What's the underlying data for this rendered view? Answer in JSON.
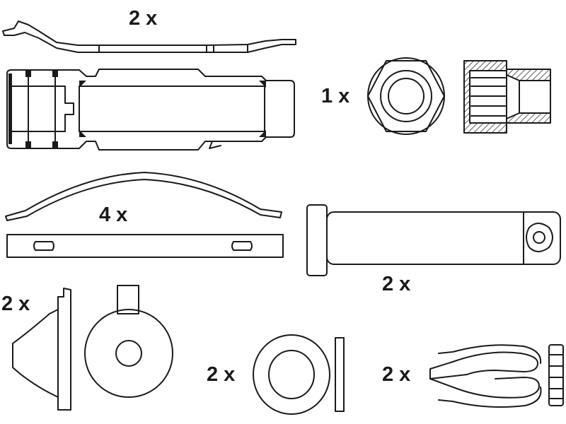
{
  "quantities": {
    "spring_clip": "2 x",
    "nut": "1 x",
    "spring_and_plate": "4 x",
    "guide_pin": "2 x",
    "cap_and_disc": "2 x",
    "washer": "2 x",
    "cotter_pin": "2 x"
  },
  "colors": {
    "line": "#1a1a1a",
    "fill": "#ffffff",
    "hatch": "#1a1a1a"
  }
}
